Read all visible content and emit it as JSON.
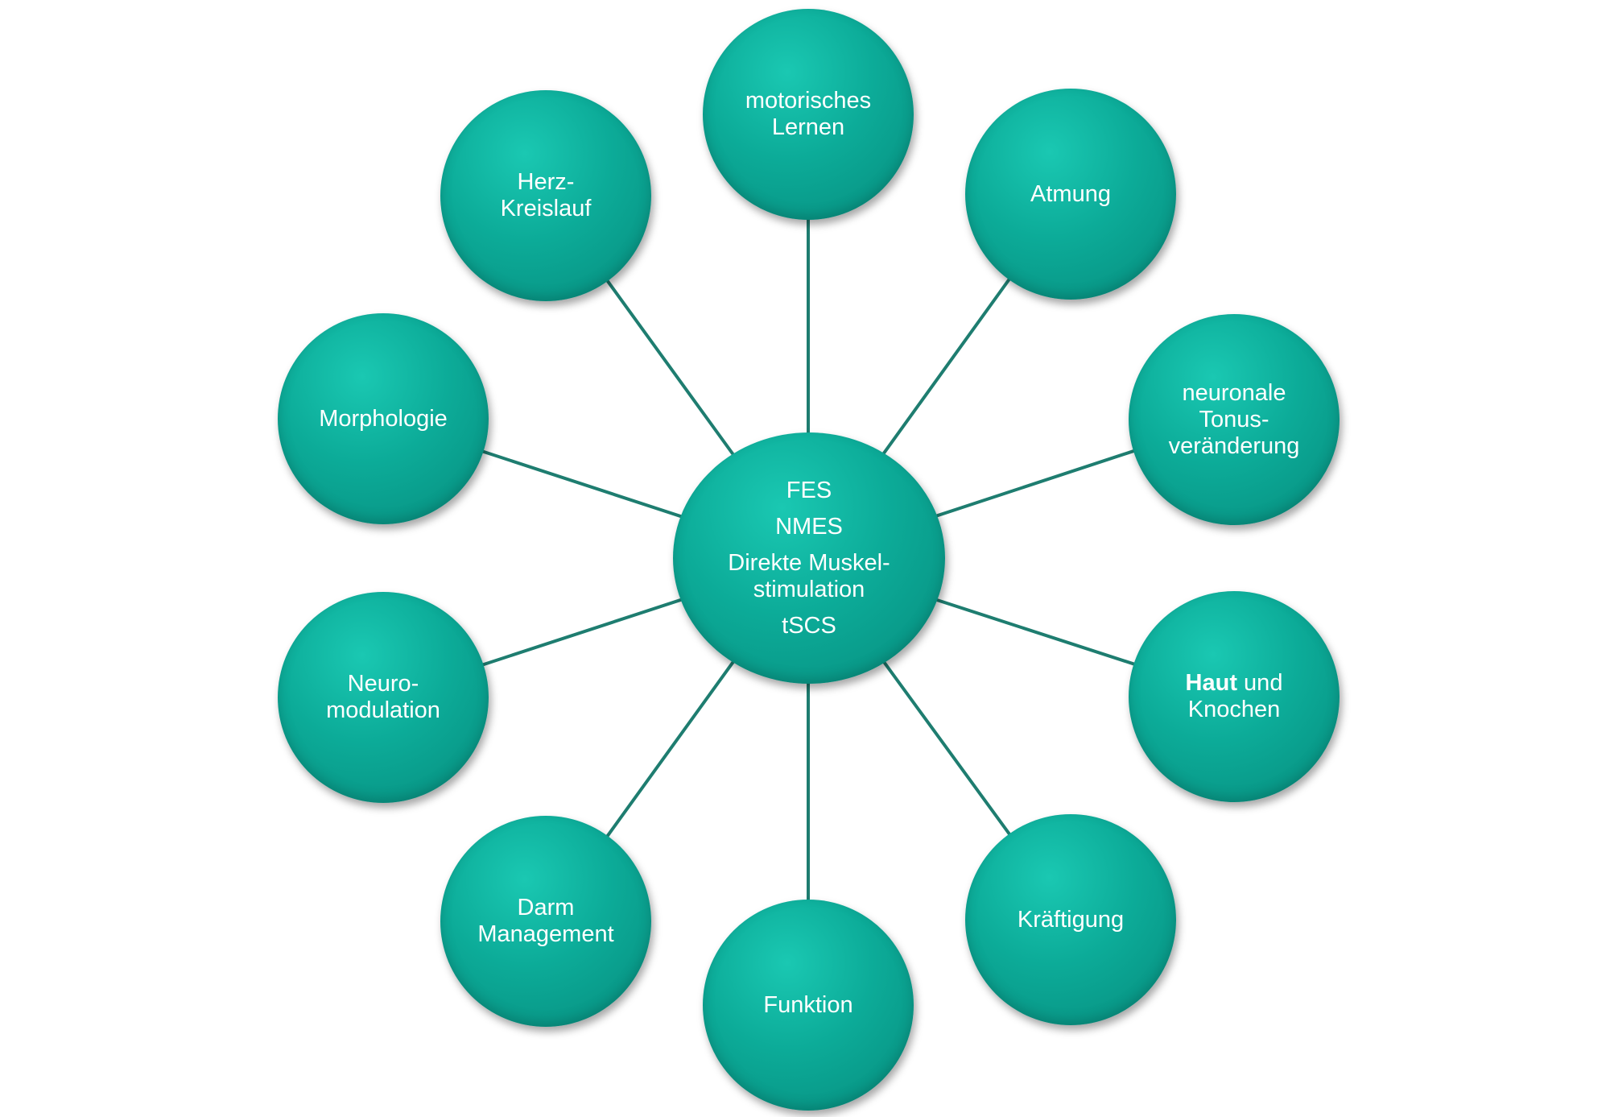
{
  "center": {
    "lines": [
      "FES",
      "NMES",
      "Direkte Muskel-",
      "stimulation",
      "tSCS"
    ]
  },
  "nodes": [
    {
      "id": "motorisches-lernen",
      "lines": [
        "motorisches",
        "Lernen"
      ]
    },
    {
      "id": "atmung",
      "lines": [
        "Atmung"
      ]
    },
    {
      "id": "neuronale-tonusveraenderung",
      "lines": [
        "neuronale",
        "Tonus-",
        "veränderung"
      ]
    },
    {
      "id": "haut-und-knochen",
      "bold": "Haut",
      "rest": " und",
      "line2": "Knochen"
    },
    {
      "id": "kraeftigung",
      "lines": [
        "Kräftigung"
      ]
    },
    {
      "id": "funktion",
      "lines": [
        "Funktion"
      ]
    },
    {
      "id": "darm-management",
      "lines": [
        "Darm",
        "Management"
      ]
    },
    {
      "id": "neuromodulation",
      "lines": [
        "Neuro-",
        "modulation"
      ]
    },
    {
      "id": "morphologie",
      "lines": [
        "Morphologie"
      ]
    },
    {
      "id": "herz-kreislauf",
      "lines": [
        "Herz-",
        "Kreislauf"
      ]
    }
  ],
  "colors": {
    "node_fill": "#0cab98",
    "connector": "#1e7d70",
    "text": "#ffffff"
  }
}
